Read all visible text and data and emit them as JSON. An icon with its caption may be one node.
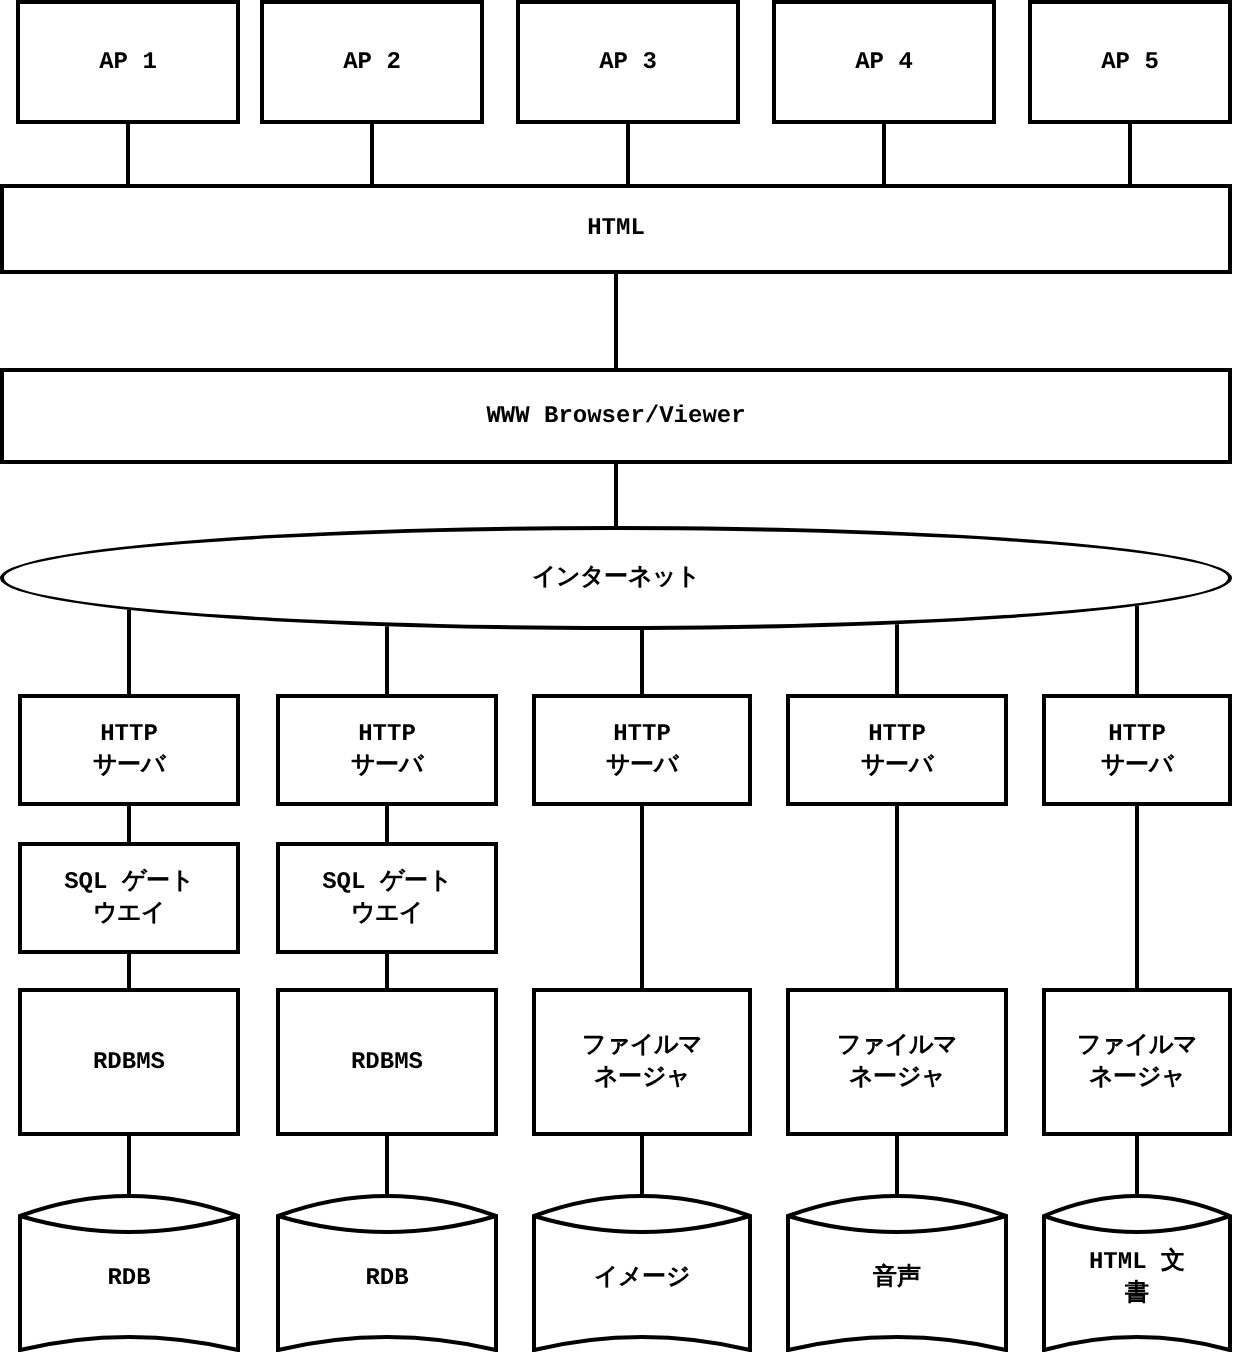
{
  "diagram": {
    "nodes": [
      {
        "text": [
          "AP 1"
        ]
      },
      {
        "text": [
          "AP 2"
        ]
      },
      {
        "text": [
          "AP 3"
        ]
      },
      {
        "text": [
          "AP 4"
        ]
      },
      {
        "text": [
          "AP 5"
        ]
      },
      {
        "text": [
          "HTML"
        ]
      },
      {
        "text": [
          "WWW Browser/Viewer"
        ]
      },
      {
        "text": [
          "インターネット"
        ]
      },
      {
        "text": [
          "HTTP サーバ"
        ]
      },
      {
        "text": [
          "HTTP サーバ"
        ]
      },
      {
        "text": [
          "HTTP サーバ"
        ]
      },
      {
        "text": [
          "HTTP サーバ"
        ]
      },
      {
        "text": [
          "HTTP サーバ"
        ]
      },
      {
        "text": [
          "SQL ゲートウエイ"
        ]
      },
      {
        "text": [
          "SQL ゲートウエイ"
        ]
      },
      {
        "text": [
          "RDBMS"
        ]
      },
      {
        "text": [
          "RDBMS"
        ]
      },
      {
        "text": [
          "ファイルマネージャ"
        ]
      },
      {
        "text": [
          "ファイルマネージャ"
        ]
      },
      {
        "text": [
          "ファイルマネージャ"
        ]
      },
      {
        "text": [
          "RDB"
        ]
      },
      {
        "text": [
          "RDB"
        ]
      },
      {
        "text": [
          "イメージ"
        ]
      },
      {
        "text": [
          "音声"
        ]
      },
      {
        "text": [
          "HTML 文書"
        ]
      }
    ],
    "edges": [
      {
        "from": 0,
        "to": 5,
        "arrow": "none"
      },
      {
        "from": 1,
        "to": 5,
        "arrow": "none"
      },
      {
        "from": 2,
        "to": 5,
        "arrow": "none"
      },
      {
        "from": 3,
        "to": 5,
        "arrow": "none"
      },
      {
        "from": 4,
        "to": 5,
        "arrow": "none"
      },
      {
        "from": 5,
        "to": 6,
        "arrow": "none"
      },
      {
        "from": 6,
        "to": 7,
        "arrow": "none"
      },
      {
        "from": 7,
        "to": 8,
        "arrow": "none"
      },
      {
        "from": 7,
        "to": 9,
        "arrow": "none"
      },
      {
        "from": 7,
        "to": 10,
        "arrow": "none"
      },
      {
        "from": 7,
        "to": 11,
        "arrow": "none"
      },
      {
        "from": 7,
        "to": 12,
        "arrow": "none"
      },
      {
        "from": 8,
        "to": 13,
        "arrow": "none"
      },
      {
        "from": 9,
        "to": 14,
        "arrow": "none"
      },
      {
        "from": 13,
        "to": 15,
        "arrow": "none"
      },
      {
        "from": 14,
        "to": 16,
        "arrow": "none"
      },
      {
        "from": 10,
        "to": 17,
        "arrow": "none"
      },
      {
        "from": 11,
        "to": 18,
        "arrow": "none"
      },
      {
        "from": 12,
        "to": 19,
        "arrow": "none"
      },
      {
        "from": 15,
        "to": 20,
        "arrow": "none"
      },
      {
        "from": 16,
        "to": 21,
        "arrow": "none"
      },
      {
        "from": 17,
        "to": 22,
        "arrow": "none"
      },
      {
        "from": 18,
        "to": 23,
        "arrow": "none"
      },
      {
        "from": 19,
        "to": 24,
        "arrow": "none"
      }
    ]
  }
}
